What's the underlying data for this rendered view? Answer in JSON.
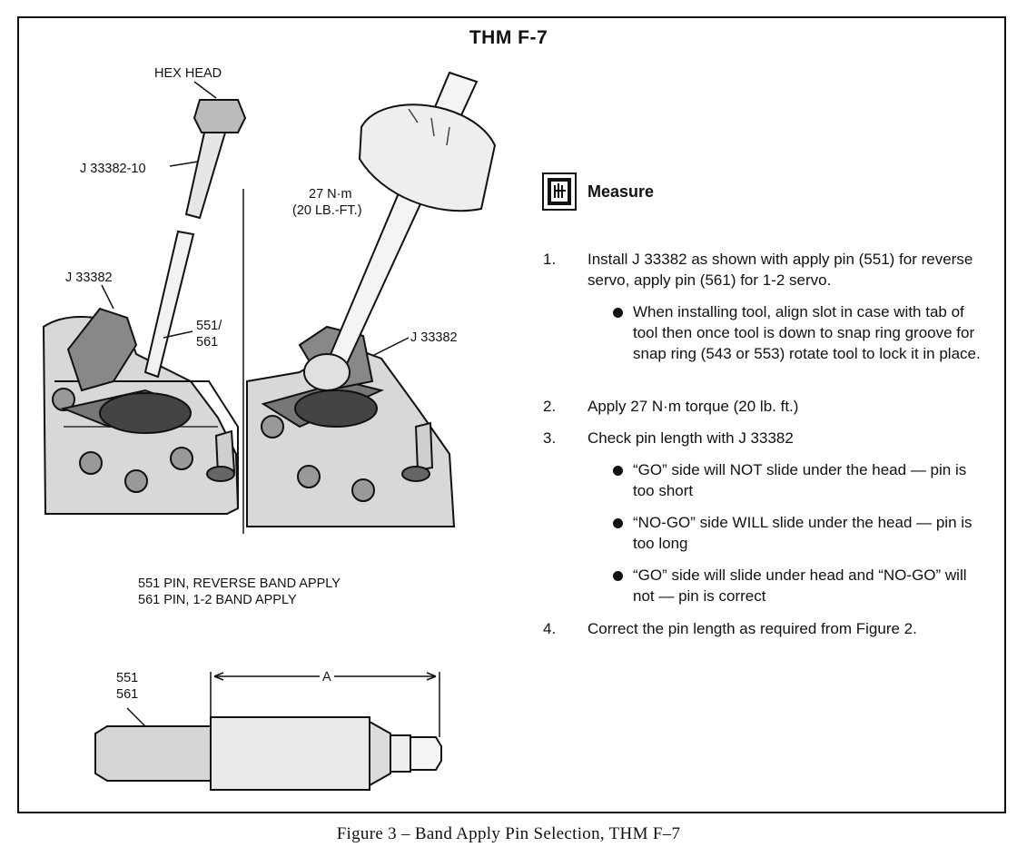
{
  "title": "THM F-7",
  "labels": {
    "hex_head": "HEX HEAD",
    "tool_10": "J 33382-10",
    "tool_left": "J 33382",
    "pin_ref_1": "551/",
    "pin_ref_2": "561",
    "torque_1": "27 N·m",
    "torque_2": "(20 LB.-FT.)",
    "tool_right": "J 33382",
    "pin_551": "551",
    "pin_561": "561",
    "dim_a": "A"
  },
  "legend": [
    "551  PIN, REVERSE BAND APPLY",
    "561  PIN, 1-2 BAND APPLY"
  ],
  "measure": {
    "heading": "Measure",
    "icon": "measure-gauge-icon",
    "steps": [
      {
        "num": "1.",
        "text": "Install J 33382 as shown with apply pin (551) for reverse servo, apply pin (561) for 1-2 servo.",
        "bullets": [
          "When installing tool, align slot in case with tab of tool then once tool is down to snap ring groove for snap ring (543 or 553) rotate tool to lock it in place."
        ]
      },
      {
        "num": "2.",
        "text": "Apply 27 N·m torque (20 lb. ft.)",
        "bullets": []
      },
      {
        "num": "3.",
        "text": "Check pin length with J 33382",
        "bullets": [
          "“GO” side will NOT slide under the head — pin is too short",
          "“NO-GO” side WILL slide under the head — pin is too long",
          "“GO” side will slide under head and “NO-GO” will not — pin is correct"
        ]
      },
      {
        "num": "4.",
        "text": "Correct the pin length as required from Figure 2.",
        "bullets": []
      }
    ]
  },
  "caption": "Figure 3 – Band Apply Pin Selection, THM F–7"
}
